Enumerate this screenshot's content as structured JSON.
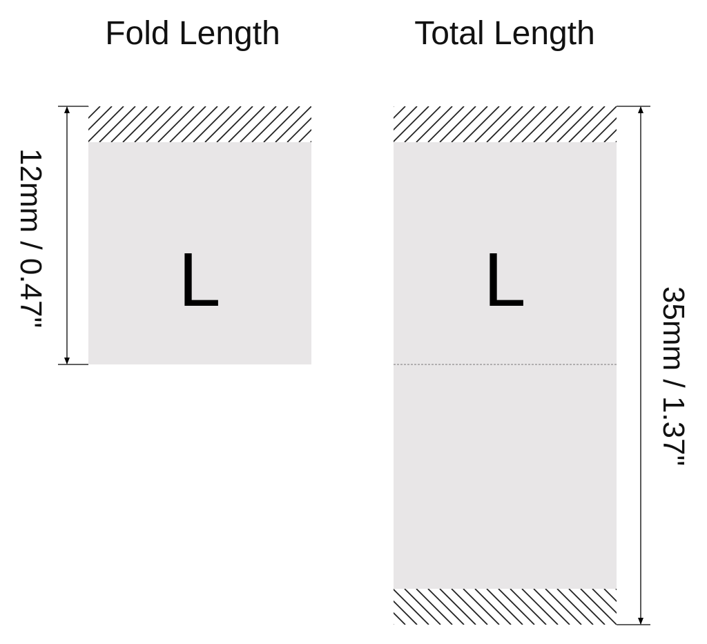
{
  "fold": {
    "title": "Fold Length",
    "letter": "L",
    "dimension": "12mm / 0.47\""
  },
  "total": {
    "title": "Total Length",
    "letter": "L",
    "dimension": "35mm / 1.37\""
  },
  "colors": {
    "label_fill": "#e8e6e7",
    "line": "#000000",
    "hatch": "#222222",
    "fold_line": "#777777"
  }
}
